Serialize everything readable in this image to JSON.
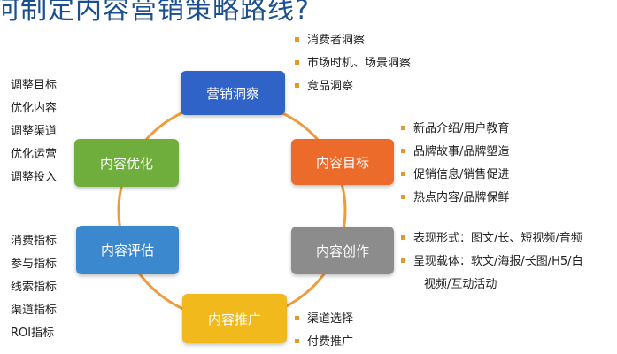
{
  "title": "何制定内容营销策略路线?",
  "nodes": {
    "insight": {
      "label": "营销洞察",
      "color": "#2f63c7"
    },
    "goal": {
      "label": "内容目标",
      "color": "#ec6a2a"
    },
    "create": {
      "label": "内容创作",
      "color": "#8c8c8c"
    },
    "promote": {
      "label": "内容推广",
      "color": "#f2b91c"
    },
    "evaluate": {
      "label": "内容评估",
      "color": "#3b88cf"
    },
    "optimize": {
      "label": "内容优化",
      "color": "#6fae3d"
    }
  },
  "ring_color": "#ef9a3c",
  "bullet_color": "#e39a2c",
  "insight_items": [
    "消费者洞察",
    "市场时机、场景洞察",
    "竞品洞察"
  ],
  "goal_items": [
    "新品介绍/用户教育",
    "品牌故事/品牌塑造",
    "促销信息/销售促进",
    "热点内容/品牌保鲜"
  ],
  "create_items": [
    "表现形式：图文/长、短视频/音频",
    "呈现载体：软文/海报/长图/H5/白",
    "视频/互动活动"
  ],
  "promote_items": [
    "渠道选择",
    "付费推广"
  ],
  "evaluate_items": [
    "消费指标",
    "参与指标",
    "线索指标",
    "渠道指标",
    "ROI指标"
  ],
  "optimize_items": [
    "调整目标",
    "优化内容",
    "调整渠道",
    "优化运营",
    "调整投入"
  ]
}
